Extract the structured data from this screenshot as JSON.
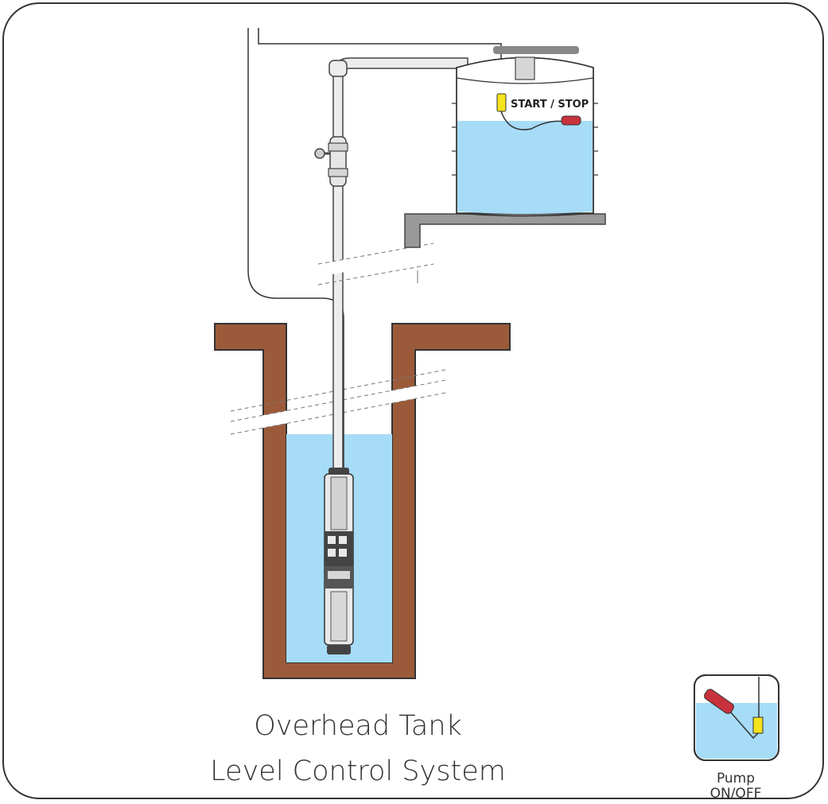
{
  "diagram": {
    "tank_label": "START / STOP",
    "title_line1": "Overhead Tank",
    "title_line2": "Level Control System",
    "icon_caption_line1": "Pump",
    "icon_caption_line2": "ON/OFF",
    "icons": [
      "float-switch-icon",
      "gate-valve-icon",
      "submersible-pump-icon"
    ],
    "colors": {
      "water": "#a6dcf6",
      "well_wall": "#9b5b3a",
      "float_red": "#c8323c",
      "float_yellow": "#f5e31c",
      "pipe": "#ececec",
      "outline": "#333333"
    }
  }
}
